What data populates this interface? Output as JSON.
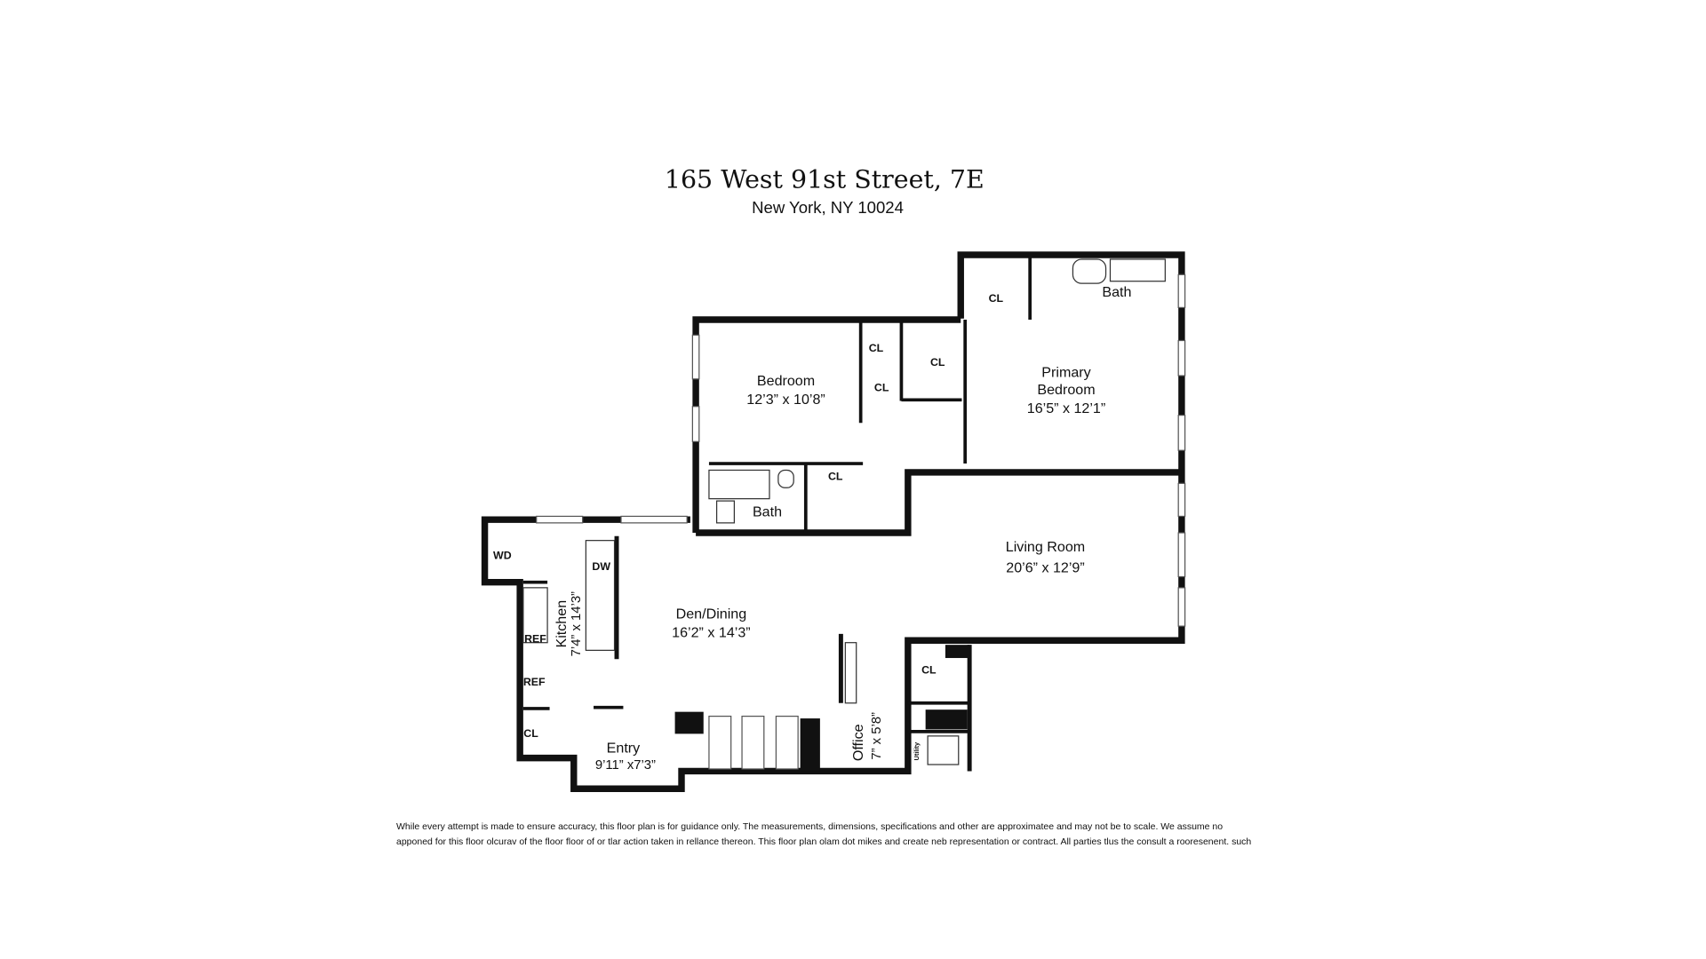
{
  "header": {
    "title": "165 West 91st Street, 7E",
    "subtitle": "New York, NY 10024"
  },
  "rooms": {
    "bedroom": {
      "name": "Bedroom",
      "dims": "12’3” x 10’8”"
    },
    "primary": {
      "name1": "Primary",
      "name2": "Bedroom",
      "dims": "16’5” x 12’1”"
    },
    "living": {
      "name": "Living Room",
      "dims": "20’6” x 12’9”"
    },
    "den": {
      "name": "Den/Dining",
      "dims": "16’2” x 14’3”"
    },
    "kitchen": {
      "name": "Kitchen",
      "dims": "7’4” x 14’3”"
    },
    "entry": {
      "name": "Entry",
      "dims": "9’11” x7’3”"
    },
    "office": {
      "name": "Office",
      "dims": "7” x 5’8”"
    },
    "bath1": "Bath",
    "bath2": "Bath",
    "closet": "CL",
    "wd": "WD",
    "dw": "DW",
    "ref": "REF",
    "util": "Utility"
  },
  "disclaimer": {
    "line1": "While every attempt is made to ensure accuracy, this floor plan is for guidance only.  The measurements, dimensions, specifications and other are approximatee and may not be to scale. We assume no",
    "line2": "apponed for this floor olcurav of the floor floor of or tlar action taken in rellance thereon. This floor plan olam dot mikes and create neb representation or contract. All parties tlus the consult a rooresenent. such"
  }
}
